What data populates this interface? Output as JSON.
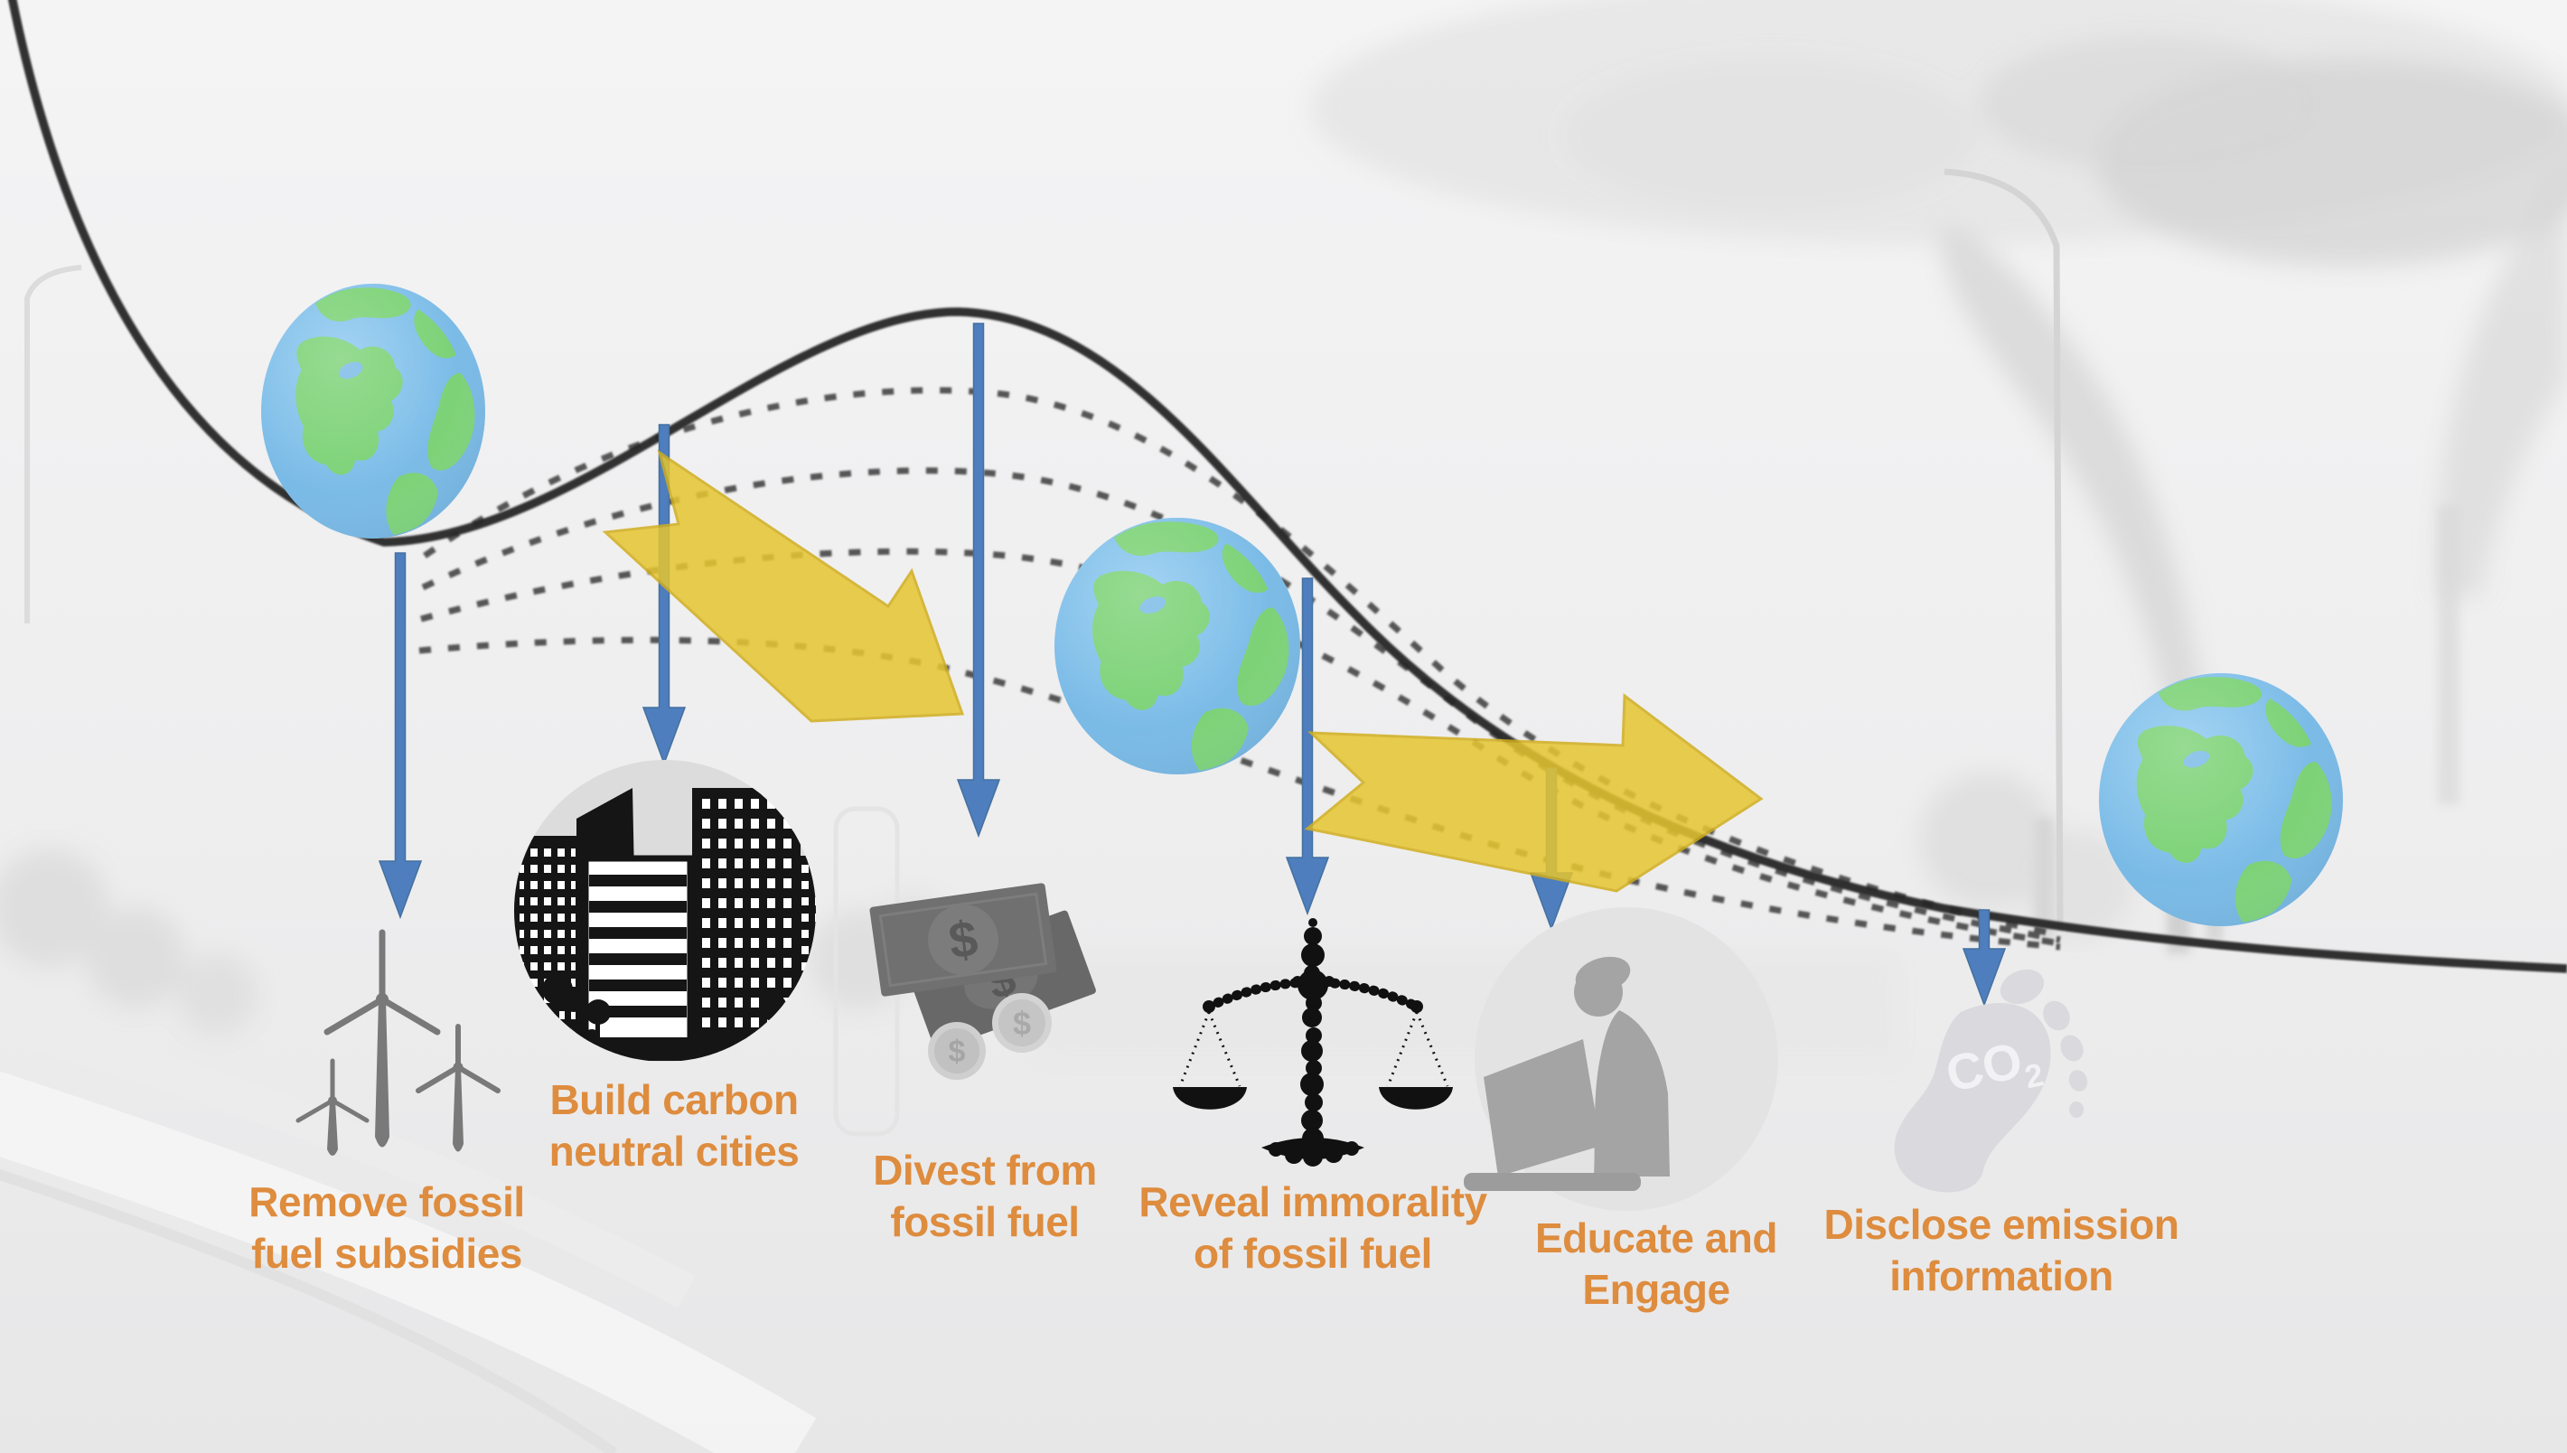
{
  "diagram": {
    "steps": [
      {
        "id": "remove-subsidies",
        "line1": "Remove fossil",
        "line2": "fuel subsidies",
        "icon": "wind-turbines-icon"
      },
      {
        "id": "build-cities",
        "line1": "Build carbon",
        "line2": "neutral cities",
        "icon": "city-buildings-icon"
      },
      {
        "id": "divest",
        "line1": "Divest from",
        "line2": "fossil fuel",
        "icon": "money-bills-icon"
      },
      {
        "id": "reveal-immorality",
        "line1": "Reveal immorality",
        "line2": "of fossil fuel",
        "icon": "justice-scales-icon"
      },
      {
        "id": "educate-engage",
        "line1": "Educate and",
        "line2": "Engage",
        "icon": "person-computer-icon"
      },
      {
        "id": "disclose-emission",
        "line1": "Disclose emission",
        "line2": "information",
        "icon": "co2-footprint-icon"
      }
    ],
    "money": {
      "symbol": "$"
    },
    "co2": {
      "main": "CO",
      "sub": "2"
    },
    "colors": {
      "background": "#efeff0",
      "curve": "#262626",
      "dash": "#3a3a3a",
      "arrow_blue": "#4E7EBD",
      "arrow_yellow": "#E6C52F",
      "label_orange": "#DE8C3E",
      "globe_ocean": "#79BAE6",
      "globe_land": "#7CD276",
      "icon_dark": "#1b1b1b",
      "turbine_gray": "#6f6f6f",
      "money_gray": "#707070",
      "coin_gray": "#cfcfcf",
      "silhouette_gray": "#a4a4a4",
      "footprint_gray": "#d9d9de",
      "circle_fill": "#dcdcdc"
    }
  }
}
